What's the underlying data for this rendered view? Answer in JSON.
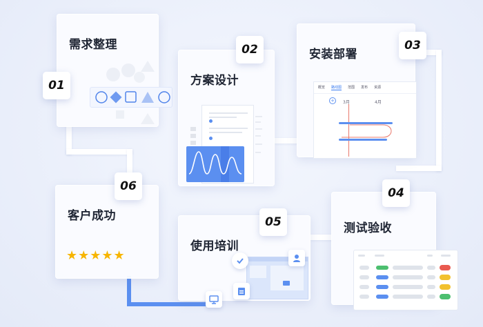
{
  "steps": [
    {
      "number": "01",
      "title": "需求整理"
    },
    {
      "number": "02",
      "title": "方案设计"
    },
    {
      "number": "03",
      "title": "安装部署"
    },
    {
      "number": "04",
      "title": "测试验收"
    },
    {
      "number": "05",
      "title": "使用培训"
    },
    {
      "number": "06",
      "title": "客户成功"
    }
  ],
  "gantt": {
    "tabs": [
      "概览",
      "路线图",
      "范围",
      "发布",
      "资源"
    ],
    "active_tab": "路线图",
    "months": [
      "3月",
      "4月"
    ]
  },
  "rating": {
    "stars": 5
  },
  "colors": {
    "accent": "#5b8ff0",
    "star": "#f7b500",
    "status_red": "#e95a4f",
    "status_yellow": "#f2c12e",
    "status_green": "#4cbf6f"
  }
}
